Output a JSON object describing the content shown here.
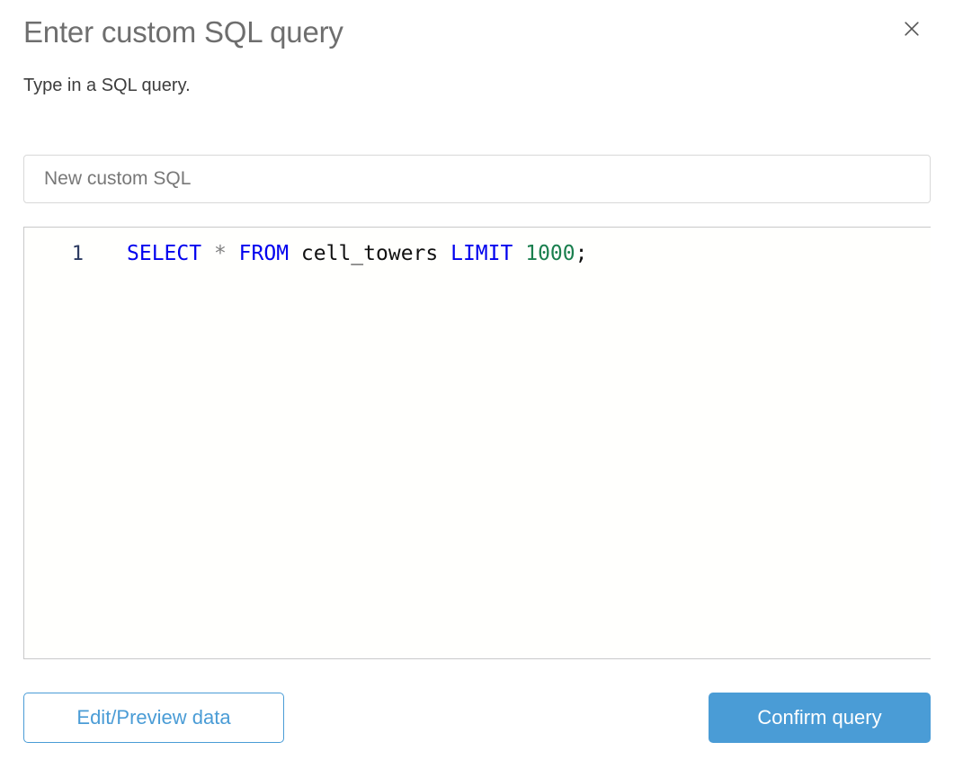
{
  "dialog": {
    "title": "Enter custom SQL query",
    "subtitle": "Type in a SQL query.",
    "close_icon": "close-icon"
  },
  "name_field": {
    "value": "",
    "placeholder": "New custom SQL"
  },
  "editor": {
    "line_number": "1",
    "query": "SELECT * FROM cell_towers LIMIT 1000;",
    "tokens": [
      {
        "text": "SELECT",
        "kind": "kw"
      },
      {
        "text": " ",
        "kind": "plain"
      },
      {
        "text": "*",
        "kind": "star"
      },
      {
        "text": " ",
        "kind": "plain"
      },
      {
        "text": "FROM",
        "kind": "kw"
      },
      {
        "text": " ",
        "kind": "plain"
      },
      {
        "text": "cell_towers",
        "kind": "ident"
      },
      {
        "text": " ",
        "kind": "plain"
      },
      {
        "text": "LIMIT",
        "kind": "kw"
      },
      {
        "text": " ",
        "kind": "plain"
      },
      {
        "text": "1000",
        "kind": "num"
      },
      {
        "text": ";",
        "kind": "punct"
      }
    ]
  },
  "footer": {
    "secondary_label": "Edit/Preview data",
    "primary_label": "Confirm query"
  },
  "colors": {
    "accent": "#4a9cd6",
    "title_text": "#6e6e6e",
    "body_text": "#3d3d3d",
    "keyword": "#0000ee",
    "number": "#1a7f4e",
    "star": "#808080",
    "identifier": "#111111",
    "line_number": "#2b3a60",
    "border": "#d8d8d8",
    "editor_bg": "#fffffd"
  }
}
